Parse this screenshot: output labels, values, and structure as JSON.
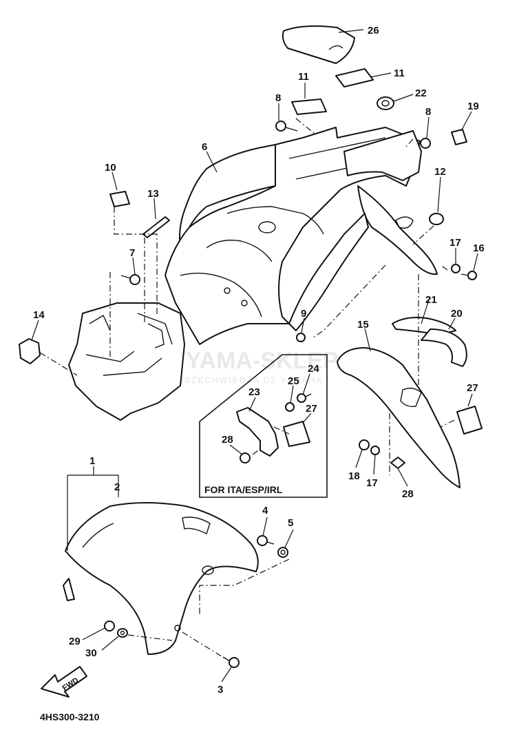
{
  "diagram_code": "4HS300-3210",
  "variant_box_caption": "FOR ITA/ESP/IRL",
  "fwd_arrow_label": "FWD",
  "watermark": {
    "main_text": "YAMA-SKLEP.PL",
    "sub_text": "WSZECHWIEDZA CZ YAMAHA",
    "color": "#e8a0a0"
  },
  "callouts": {
    "c1": "1",
    "c2": "2",
    "c3": "3",
    "c4": "4",
    "c5": "5",
    "c6": "6",
    "c7": "7",
    "c8a": "8",
    "c8b": "8",
    "c9": "9",
    "c10": "10",
    "c11a": "11",
    "c11b": "11",
    "c12": "12",
    "c13": "13",
    "c14": "14",
    "c15": "15",
    "c16": "16",
    "c17a": "17",
    "c17b": "17",
    "c18": "18",
    "c19": "19",
    "c20": "20",
    "c21": "21",
    "c22": "22",
    "c23": "23",
    "c24": "24",
    "c25": "25",
    "c26": "26",
    "c27a": "27",
    "c27b": "27",
    "c28a": "28",
    "c28b": "28",
    "c29": "29",
    "c30": "30"
  }
}
